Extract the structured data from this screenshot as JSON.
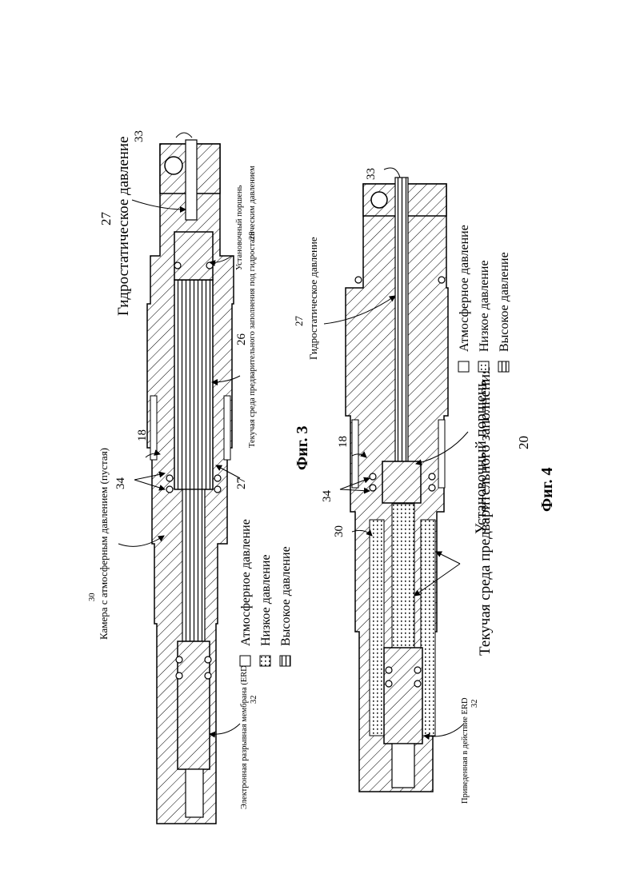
{
  "figure3": {
    "caption": "Фиг. 3",
    "labels": {
      "erd": "Электронная разрывная мембрана (ERD)",
      "erd_num": "32",
      "chamber_num": "30",
      "chamber": "Камера с атмосферным давлением (пустая)",
      "fluid": "Текучая среда предварительного заполнения под гидростатическим давлением",
      "hydro_num": "27",
      "hydro": "Гидростатическое давление",
      "piston": "Установочный поршень",
      "piston_num": "28",
      "ref33": "33",
      "ref18": "18",
      "ref34": "34",
      "ref26": "26",
      "ref27b": "27"
    },
    "legend": [
      "Атмосферное давление",
      "Низкое давление",
      "Высокое давление"
    ]
  },
  "figure4": {
    "caption": "Фиг. 4",
    "labels": {
      "erd": "Приведенная в действие ERD",
      "erd_num": "32",
      "ref30": "30",
      "fluid": "Текучая среда предварительного заполнения",
      "ref34": "34",
      "ref18": "18",
      "piston": "Установочный поршень",
      "piston_num": "20",
      "hydro_num": "27",
      "hydro": "Гидростатическое давление",
      "ref33": "33"
    },
    "legend": [
      "Атмосферное давление",
      "Низкое давление",
      "Высокое давление"
    ]
  }
}
